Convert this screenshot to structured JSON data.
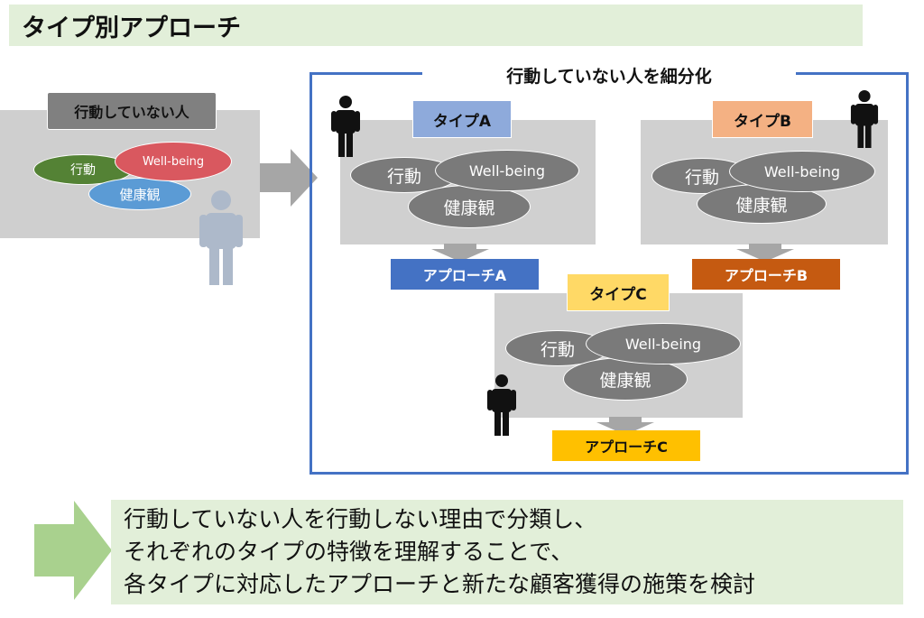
{
  "title": "タイプ別アプローチ",
  "left_panel": {
    "label": "行動していない人",
    "ellipses": {
      "behavior": "行動",
      "wellbeing": "Well-being",
      "health_view": "健康観"
    }
  },
  "subdivide_frame": {
    "title": "行動していない人を細分化"
  },
  "types": [
    {
      "label": "タイプA",
      "approach": "アプローチA",
      "label_color": "#8eaadb",
      "approach_color": "#4472c4",
      "approach_text_color": "#ffffff",
      "ellipses": {
        "behavior": "行動",
        "wellbeing": "Well-being",
        "health_view": "健康観"
      }
    },
    {
      "label": "タイプB",
      "approach": "アプローチB",
      "label_color": "#f4b183",
      "approach_color": "#c55a11",
      "approach_text_color": "#ffffff",
      "ellipses": {
        "behavior": "行動",
        "wellbeing": "Well-being",
        "health_view": "健康観"
      }
    },
    {
      "label": "タイプC",
      "approach": "アプローチC",
      "label_color": "#ffd966",
      "approach_color": "#ffc000",
      "approach_text_color": "#111111",
      "ellipses": {
        "behavior": "行動",
        "wellbeing": "Well-being",
        "health_view": "健康観"
      }
    }
  ],
  "summary": {
    "lines": [
      "行動していない人を行動しない理由で分類し、",
      "それぞれのタイプの特徴を理解することで、",
      "各タイプに対応したアプローチと新たな顧客獲得の施策を検討"
    ]
  },
  "colors": {
    "frame_border": "#4472c4",
    "behavior_ellipse": "#548235",
    "wellbeing_ellipse": "#d9585f",
    "health_ellipse": "#5b9bd5",
    "person_icon_light": "#adb9ca",
    "summary_arrow": "#a9d18e"
  },
  "icons": [
    "person-icon",
    "arrow-right-icon",
    "arrow-down-icon"
  ]
}
